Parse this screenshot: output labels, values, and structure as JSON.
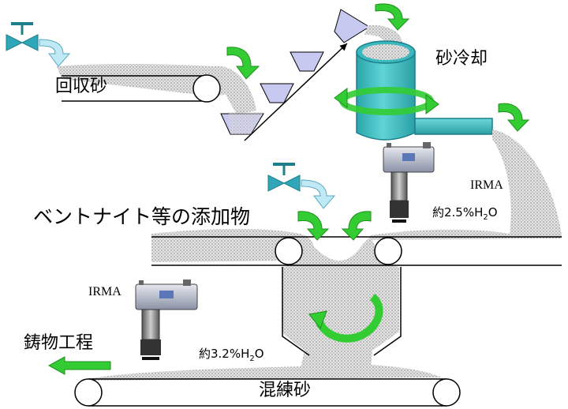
{
  "labels": {
    "recovered_sand": "回収砂",
    "sand_cooling": "砂冷却",
    "additives": "ベントナイト等の添加物",
    "casting_process": "鋳物工程",
    "mixed_sand": "混練砂",
    "irma_top": "IRMA",
    "irma_bottom": "IRMA",
    "moisture_top": {
      "prefix": "約2.5%H",
      "sub": "2",
      "suffix": "O"
    },
    "moisture_bottom": {
      "prefix": "約3.2%H",
      "sub": "2",
      "suffix": "O"
    }
  },
  "colors": {
    "sand": "#c9c9c9",
    "green_arrow": "#33cc33",
    "valve": "#2fa7b8",
    "light_arrow": "#bfe9f4",
    "drum": "#49c2c6",
    "bucket": "#c7c9f0",
    "sensor_head": "#5a78b8"
  },
  "icons": [
    "valve-icon",
    "rotation-arrow-icon",
    "output-arrow-icon",
    "sensor-icon"
  ]
}
